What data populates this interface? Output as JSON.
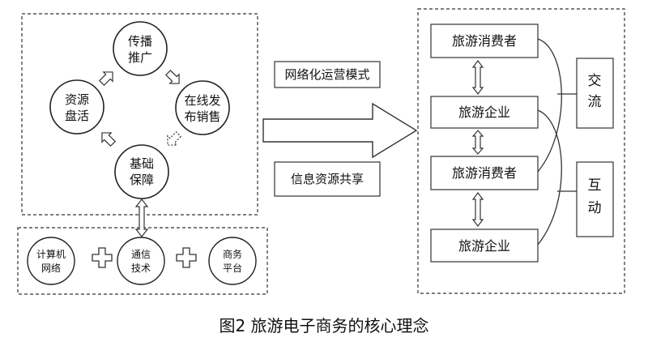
{
  "left_panel": {
    "circles": {
      "top": [
        "传播",
        "推广"
      ],
      "left": [
        "资源",
        "盘活"
      ],
      "right": [
        "在线发",
        "布销售"
      ],
      "bottom": [
        "基础",
        "保障"
      ]
    },
    "bottom_row": {
      "c1": [
        "计算机",
        "网络"
      ],
      "c2": [
        "通信",
        "技术"
      ],
      "c3": [
        "商务",
        "平台"
      ]
    }
  },
  "middle": {
    "label_top": "网络化运营模式",
    "label_bottom": "信息资源共享"
  },
  "right_panel": {
    "boxes": [
      "旅游消费者",
      "旅游企业",
      "旅游消费者",
      "旅游企业"
    ],
    "side_top": [
      "交",
      "流"
    ],
    "side_bottom": [
      "互",
      "动"
    ]
  },
  "caption": "图2 旅游电子商务的核心理念",
  "colors": {
    "stroke": "#333333",
    "fill": "#ffffff"
  }
}
